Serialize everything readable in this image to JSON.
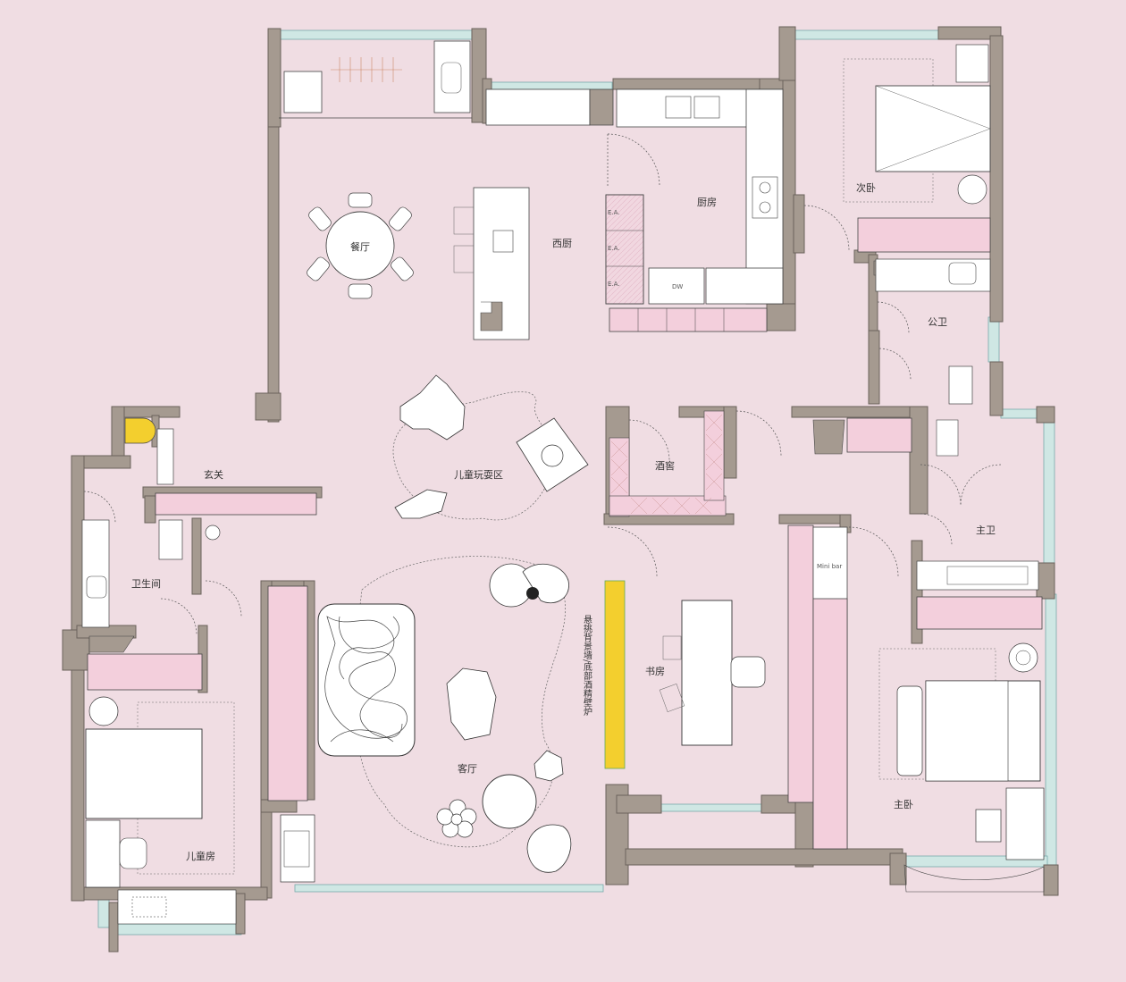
{
  "colors": {
    "background": "#f0dde3",
    "wall": "#a59a90",
    "wall_stroke": "#6a625b",
    "window": "#c8e3e0",
    "cabinet_pink": "#f3cfdc",
    "fixture": "#ffffff",
    "fireplace": "#f0d23a",
    "accent_yellow": "#f3cf2e"
  },
  "rooms": {
    "dining": "餐厅",
    "western_kitchen": "西厨",
    "kitchen": "厨房",
    "second_bedroom": "次卧",
    "public_bath": "公卫",
    "kids_play": "儿童玩耍区",
    "wine_cellar": "酒窖",
    "entrance": "玄关",
    "washroom": "卫生间",
    "master_bath": "主卫",
    "mini_bar": "Mini bar",
    "study": "书房",
    "living_room": "客厅",
    "kids_room": "儿童房",
    "master_bedroom": "主卧",
    "fireplace_wall": "悬挑背景墙/底部酒精壁炉"
  },
  "fixtures": {
    "appliance_mark": "E.A.",
    "sink_mark": "DW"
  }
}
